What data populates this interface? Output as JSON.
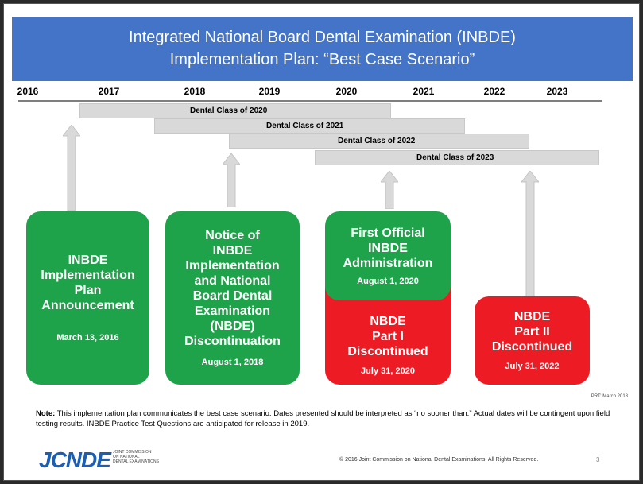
{
  "title": {
    "line1": "Integrated National Board Dental Examination (INBDE)",
    "line2": "Implementation Plan: “Best Case Scenario”"
  },
  "years": [
    "2016",
    "2017",
    "2018",
    "2019",
    "2020",
    "2021",
    "2022",
    "2023"
  ],
  "class_bars": [
    {
      "label": "Dental Class of 2020"
    },
    {
      "label": "Dental Class of 2021"
    },
    {
      "label": "Dental Class of 2022"
    },
    {
      "label": "Dental Class of 2023"
    }
  ],
  "milestones": [
    {
      "title_lines": [
        "INBDE",
        "Implementation",
        "Plan",
        "Announcement"
      ],
      "date": "March 13, 2016",
      "color": "#1ea34a"
    },
    {
      "title_lines": [
        "Notice of",
        "INBDE",
        "Implementation",
        "and National",
        "Board Dental",
        "Examination",
        "(NBDE)",
        "Discontinuation"
      ],
      "date": "August 1, 2018",
      "color": "#1ea34a"
    },
    {
      "title_lines": [
        "First Official",
        "INBDE",
        "Administration"
      ],
      "date": "August 1, 2020",
      "color": "#1ea34a"
    },
    {
      "title_lines": [
        "NBDE",
        "Part I",
        "Discontinued"
      ],
      "date": "July 31, 2020",
      "color": "#ed1c24"
    },
    {
      "title_lines": [
        "NBDE",
        "Part II",
        "Discontinued"
      ],
      "date": "July 31, 2022",
      "color": "#ed1c24"
    }
  ],
  "prt": "PRT: March 2018",
  "note": {
    "label": "Note:",
    "text": " This implementation plan communicates the best case scenario. Dates presented should be interpreted as “no sooner than.” Actual dates will be contingent upon field testing results. INBDE Practice Test Questions are anticipated for release in 2019."
  },
  "footer": {
    "logo": "JCNDE",
    "logo_sub_lines": [
      "JOINT COMMISSION",
      "ON NATIONAL",
      "DENTAL EXAMINATIONS"
    ],
    "copyright": "© 2016 Joint Commission on National Dental Examinations. All Rights Reserved.",
    "page_number": "3"
  }
}
